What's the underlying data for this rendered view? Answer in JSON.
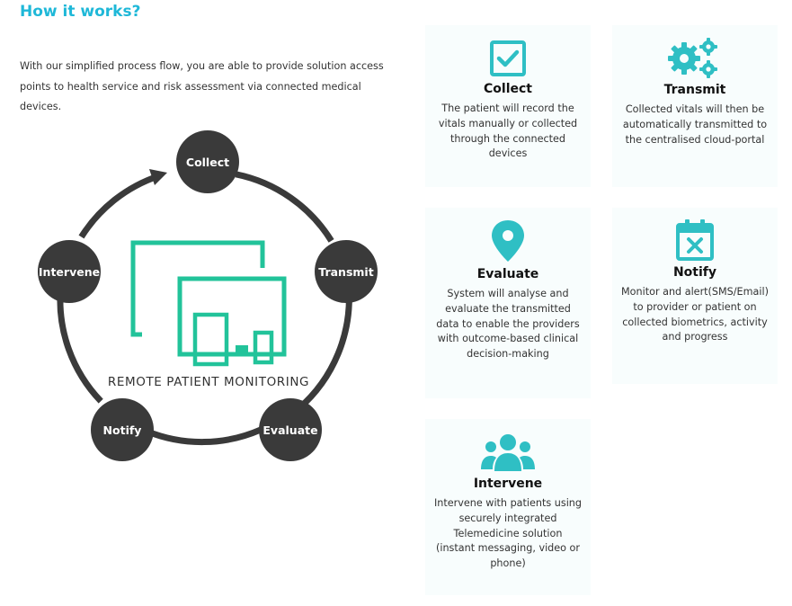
{
  "heading": "How it works?",
  "intro": "With our simplified process flow, you are able to provide solution access points to health service and risk assessment via connected medical devices.",
  "diagram": {
    "center_label": "REMOTE PATIENT MONITORING",
    "nodes": {
      "collect": "Collect",
      "transmit": "Transmit",
      "evaluate": "Evaluate",
      "notify": "Notify",
      "intervene": "Intervene"
    }
  },
  "colors": {
    "accent": "#1fb8d8",
    "icon_teal": "#2fbfc4",
    "monitor_green": "#22c39a",
    "node_dark": "#3a3a3a"
  },
  "steps": [
    {
      "title": "Collect",
      "icon": "checkbox-icon",
      "description": "The patient will record the vitals manually or collected through the connected devices"
    },
    {
      "title": "Transmit",
      "icon": "gears-icon",
      "description": "Collected vitals will then be automatically transmitted to the centralised cloud-portal"
    },
    {
      "title": "Evaluate",
      "icon": "location-pin-icon",
      "description": "System will analyse and evaluate the transmitted data to enable the providers with outcome-based clinical decision-making"
    },
    {
      "title": "Notify",
      "icon": "calendar-x-icon",
      "description": "Monitor and alert(SMS/Email) to provider or patient on collected biometrics, activity and progress"
    },
    {
      "title": "Intervene",
      "icon": "users-group-icon",
      "description": "Intervene with patients using securely integrated Telemedicine solution (instant messaging, video or phone)"
    }
  ]
}
